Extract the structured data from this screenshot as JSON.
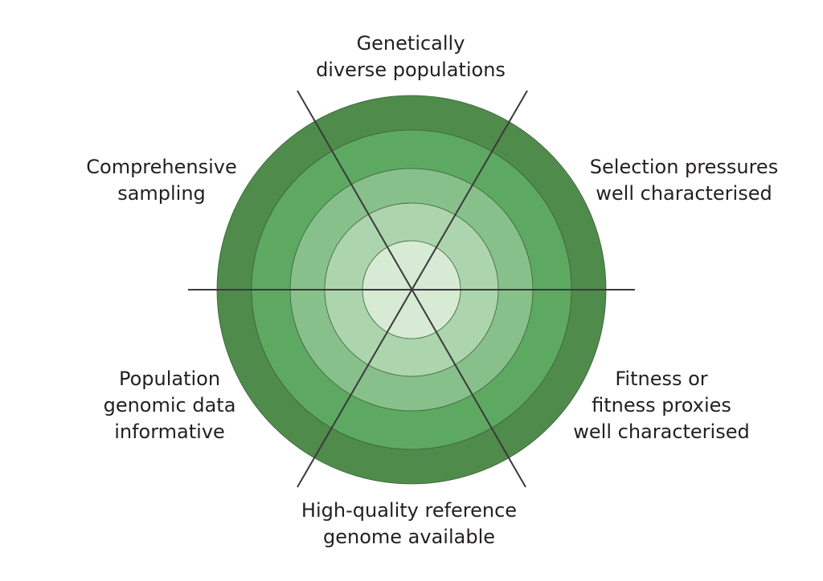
{
  "colors": {
    "ring_1_outer": "#4f8b4b",
    "ring_2": "#5ea962",
    "ring_3": "#87c08a",
    "ring_4": "#add5ad",
    "ring_5_center": "#d6ead4",
    "ring_stroke": "#3a5f38",
    "spoke": "#3a3a3a"
  },
  "labels": [
    {
      "lines": [
        "Genetically",
        "diverse populations"
      ]
    },
    {
      "lines": [
        "Selection pressures",
        "well characterised"
      ]
    },
    {
      "lines": [
        "Fitness or",
        "fitness proxies",
        "well characterised"
      ]
    },
    {
      "lines": [
        "High-quality reference",
        "genome available"
      ]
    },
    {
      "lines": [
        "Population",
        "genomic data",
        "informative"
      ]
    },
    {
      "lines": [
        "Comprehensive",
        "sampling"
      ]
    }
  ]
}
